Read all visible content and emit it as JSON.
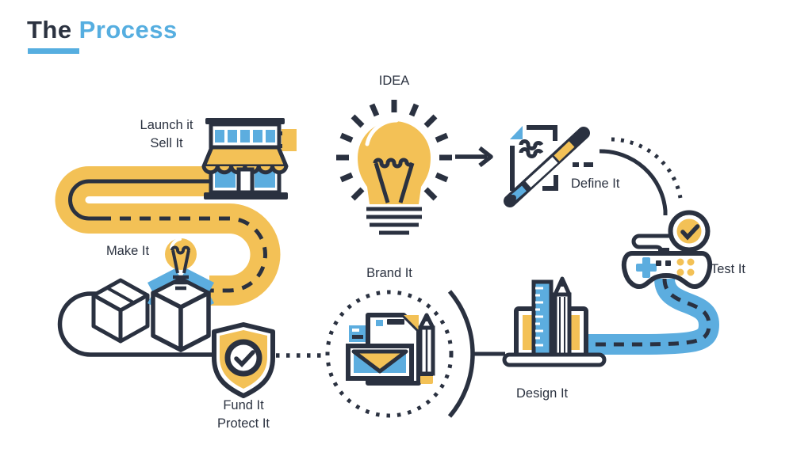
{
  "title": {
    "the": "The",
    "process": "Process"
  },
  "labels": {
    "idea": "IDEA",
    "define": "Define It",
    "test": "Test It",
    "design": "Design It",
    "brand": "Brand It",
    "fund": "Fund It",
    "protect": "Protect It",
    "make": "Make It",
    "launch": "Launch it",
    "sell": "Sell It"
  },
  "palette": {
    "dark": "#2a3140",
    "yellow": "#f3c156",
    "blue": "#5caddf",
    "title_blue": "#56aee0",
    "text": "#2b3240",
    "background": "#ffffff"
  }
}
